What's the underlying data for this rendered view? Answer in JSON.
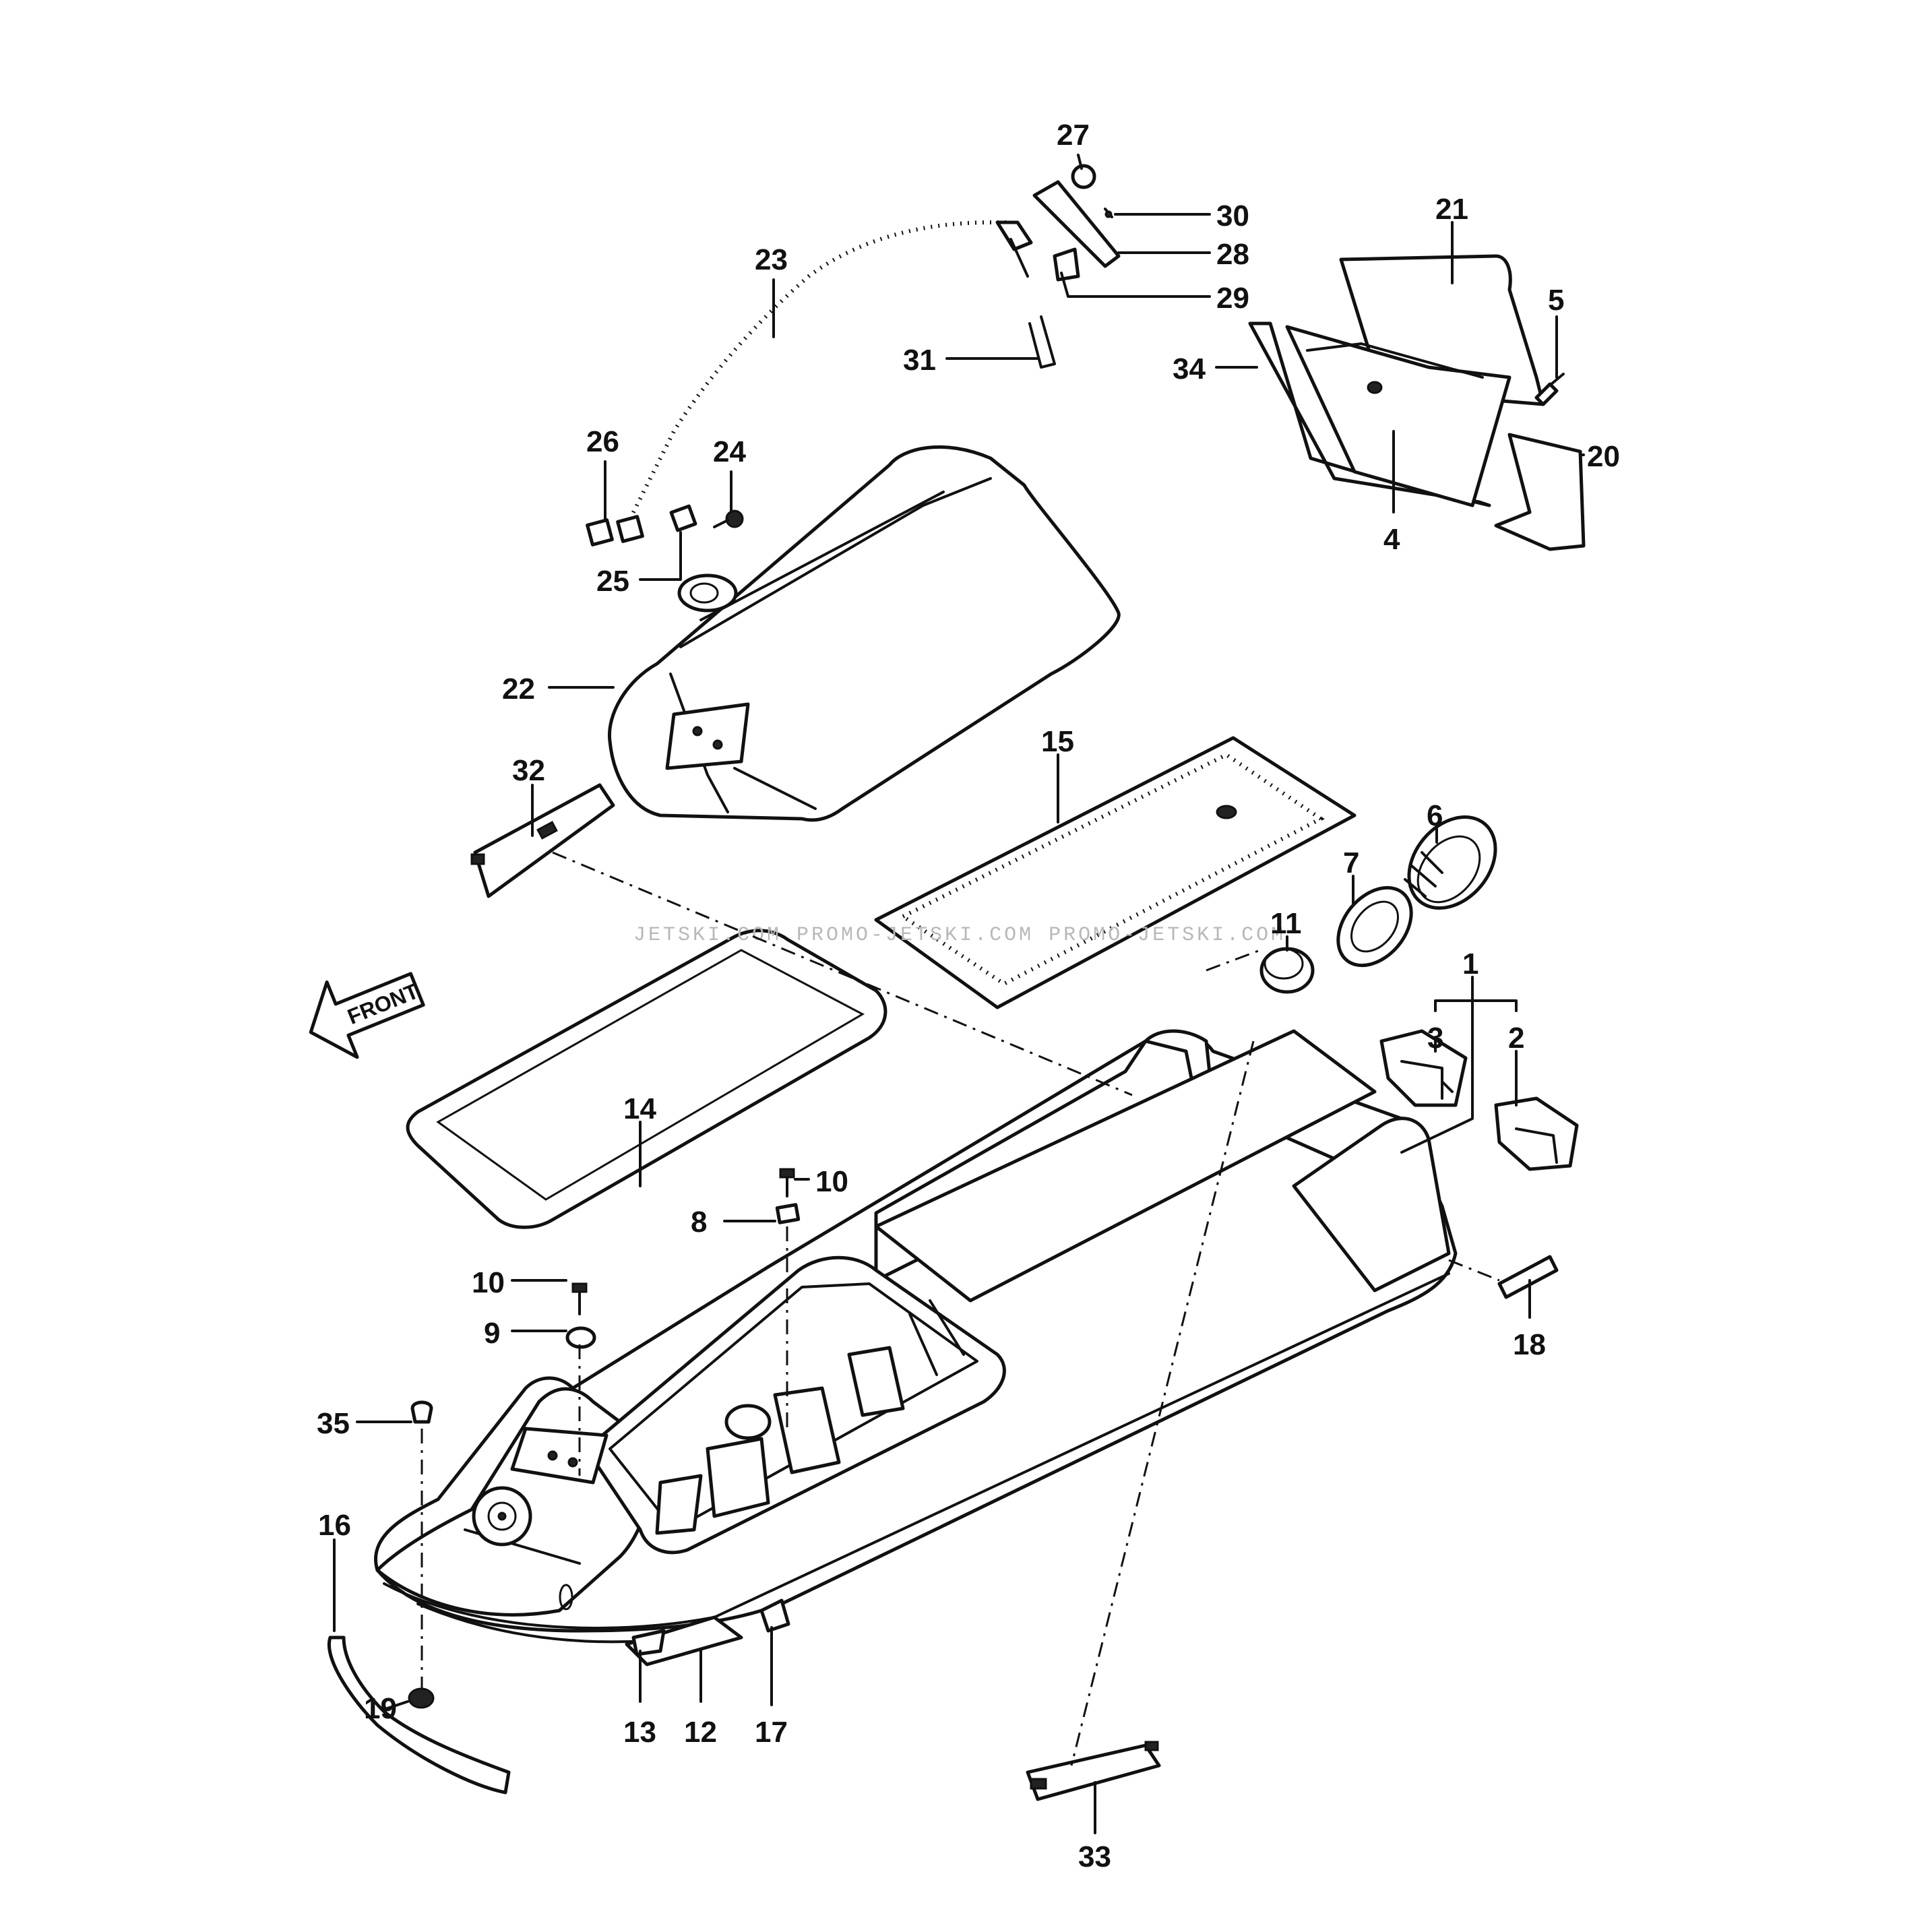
{
  "watermark": "JETSKI.COM  PROMO-JETSKI.COM  PROMO-JETSKI.COM",
  "front_arrow": "FRONT",
  "callouts": [
    "1",
    "2",
    "3",
    "4",
    "5",
    "6",
    "7",
    "8",
    "9",
    "10",
    "10",
    "11",
    "12",
    "13",
    "14",
    "15",
    "16",
    "17",
    "18",
    "19",
    "20",
    "21",
    "22",
    "23",
    "24",
    "25",
    "26",
    "27",
    "28",
    "29",
    "30",
    "31",
    "32",
    "33",
    "34",
    "35"
  ],
  "colors": {
    "ink": "#111111",
    "paper": "#ffffff",
    "watermark": "#b8b8b8"
  }
}
